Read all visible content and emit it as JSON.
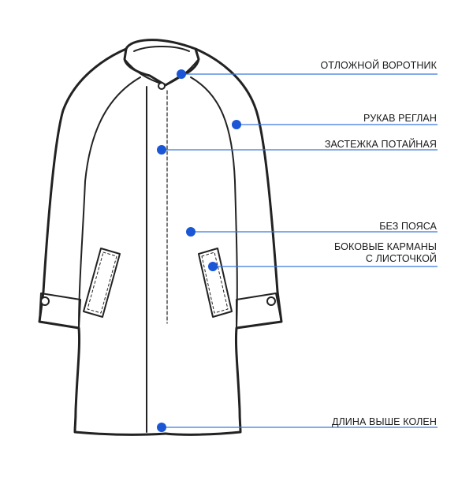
{
  "accent_color": "#1a56d6",
  "line_color": "#3a78e0",
  "outline_color": "#222222",
  "callouts": [
    {
      "id": "collar",
      "lines": [
        "ОТЛОЖНОЙ ВОРОТНИК"
      ]
    },
    {
      "id": "sleeve",
      "lines": [
        "РУКАВ РЕГЛАН"
      ]
    },
    {
      "id": "fastener",
      "lines": [
        "ЗАСТЕЖКА ПОТАЙНАЯ"
      ]
    },
    {
      "id": "belt",
      "lines": [
        "БЕЗ ПОЯСА"
      ]
    },
    {
      "id": "pockets",
      "lines": [
        "БОКОВЫЕ КАРМАНЫ",
        "С ЛИСТОЧКОЙ"
      ]
    },
    {
      "id": "length",
      "lines": [
        "ДЛИНА ВЫШЕ КОЛЕН"
      ]
    }
  ]
}
